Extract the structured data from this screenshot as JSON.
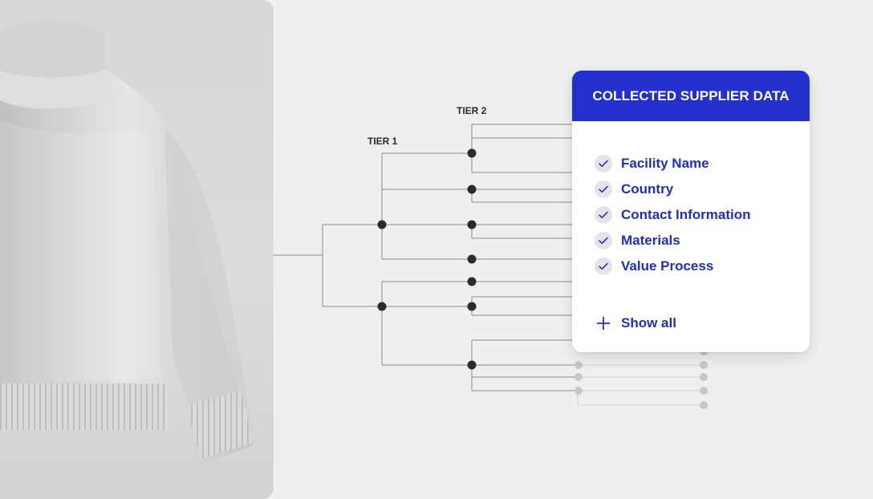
{
  "tree": {
    "tier1_label": "TIER 1",
    "tier2_label": "TIER 2"
  },
  "card": {
    "title": "COLLECTED SUPPLIER DATA",
    "items": [
      {
        "label": "Facility Name",
        "icon": "check-icon"
      },
      {
        "label": "Country",
        "icon": "check-icon"
      },
      {
        "label": "Contact Information",
        "icon": "check-icon"
      },
      {
        "label": "Materials",
        "icon": "check-icon"
      },
      {
        "label": "Value Process",
        "icon": "check-icon"
      }
    ],
    "show_all": {
      "label": "Show all",
      "icon": "plus-icon"
    }
  },
  "photo": {
    "subject": "sweater-image"
  },
  "colors": {
    "accent": "#2230cd",
    "text_accent": "#1f2fb8",
    "background": "#efefef",
    "node_dark": "#2b2b2b",
    "node_faded": "#c7c7c7"
  }
}
